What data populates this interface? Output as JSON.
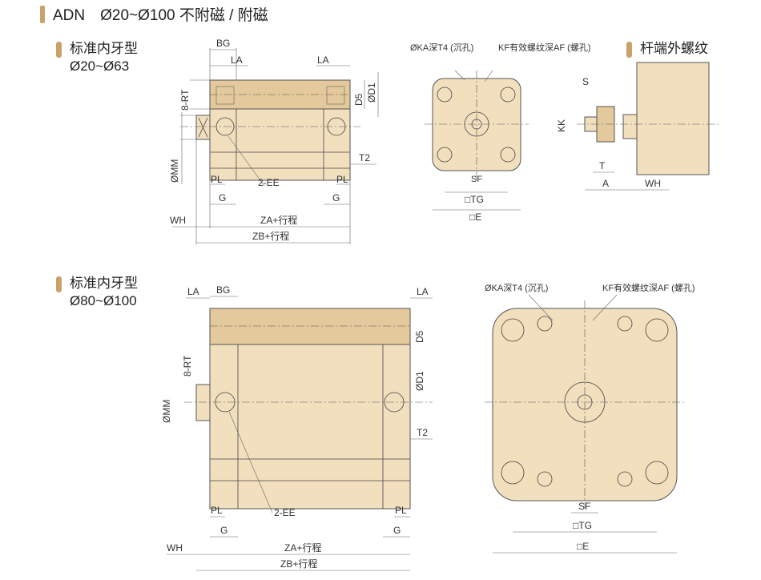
{
  "header": {
    "title": "ADN　Ø20~Ø100 不附磁 / 附磁"
  },
  "section_top": {
    "title": "标准内牙型",
    "range": "Ø20~Ø63"
  },
  "section_bottom": {
    "title": "标准内牙型",
    "range": "Ø80~Ø100"
  },
  "section_rod": {
    "title": "杆端外螺纹"
  },
  "labels": {
    "BG": "BG",
    "LA": "LA",
    "RT": "8-RT",
    "D5": "D5",
    "D1": "ØD1",
    "MM": "ØMM",
    "T2": "T2",
    "PL": "PL",
    "EE": "2-EE",
    "G": "G",
    "WH": "WH",
    "ZA": "ZA+行程",
    "ZB": "ZB+行程",
    "KA": "ØKA深T4 (沉孔)",
    "KF": "KF有效螺纹深AF (螺孔)",
    "SF": "SF",
    "TG": "□TG",
    "E": "□E",
    "S": "S",
    "KK": "KK",
    "T": "T",
    "A": "A"
  },
  "colors": {
    "body": "#f2dfbe",
    "accent": "#c9a26a"
  }
}
